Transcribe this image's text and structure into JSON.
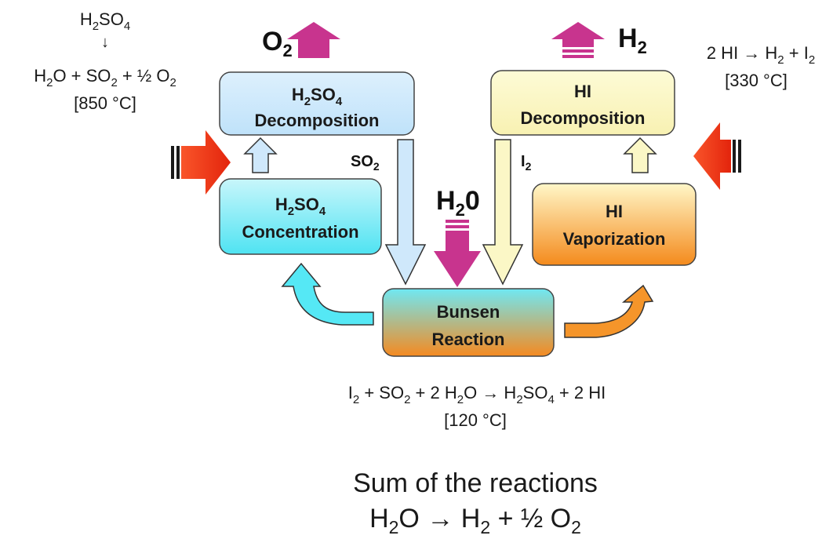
{
  "boxes": {
    "h2so4_decomposition": {
      "line1_main": "H",
      "line1_sub1": "2",
      "line1_mid": "SO",
      "line1_sub2": "4",
      "line2": "Decomposition"
    },
    "h2so4_concentration": {
      "line1_main": "H",
      "line1_sub1": "2",
      "line1_mid": "SO",
      "line1_sub2": "4",
      "line2": "Concentration"
    },
    "hi_decomposition": {
      "line1": "HI",
      "line2": "Decomposition"
    },
    "hi_vaporization": {
      "line1": "HI",
      "line2": "Vaporization"
    },
    "bunsen": {
      "line1": "Bunsen",
      "line2": "Reaction"
    }
  },
  "flows": {
    "o2": {
      "main": "O",
      "sub": "2"
    },
    "h2": {
      "main": "H",
      "sub": "2"
    },
    "h2o": {
      "main": "H",
      "sub": "2",
      "tail": "0"
    },
    "so2": {
      "main": "SO",
      "sub": "2"
    },
    "i2": {
      "main": "I",
      "sub": "2"
    }
  },
  "reactions": {
    "left": {
      "top_main": "H",
      "top_sub1": "2",
      "top_mid": "SO",
      "top_sub2": "4",
      "arrow": "↓",
      "line_a": "H",
      "line_a_sub": "2",
      "line_b": "O + SO",
      "line_b_sub": "2",
      "line_c": " + ½ O",
      "line_c_sub": "2",
      "temp": "[850 °C]"
    },
    "right": {
      "eq_a": "2 HI → H",
      "eq_a_sub": "2",
      "eq_b": " + I",
      "eq_b_sub": "2",
      "temp": "[330 °C]"
    },
    "bunsen": {
      "a": "I",
      "a_sub": "2",
      "b": " + SO",
      "b_sub": "2",
      "c": " + 2 H",
      "c_sub": "2",
      "d": "O → H",
      "d_sub": "2",
      "e": "SO",
      "e_sub": "4",
      "f": " + 2 HI",
      "temp": "[120 °C]"
    }
  },
  "summary": {
    "title": "Sum of the reactions",
    "eq_a": "H",
    "eq_a_sub": "2",
    "eq_b": "O → H",
    "eq_b_sub": "2",
    "eq_c": " + ½ O",
    "eq_c_sub": "2"
  },
  "colors": {
    "light_blue": "#cfe8fb",
    "cyan": "#55e8f5",
    "cream": "#fbf7c6",
    "orange": "#f5952a",
    "magenta": "#c8348e",
    "red": "#f23a1a"
  }
}
